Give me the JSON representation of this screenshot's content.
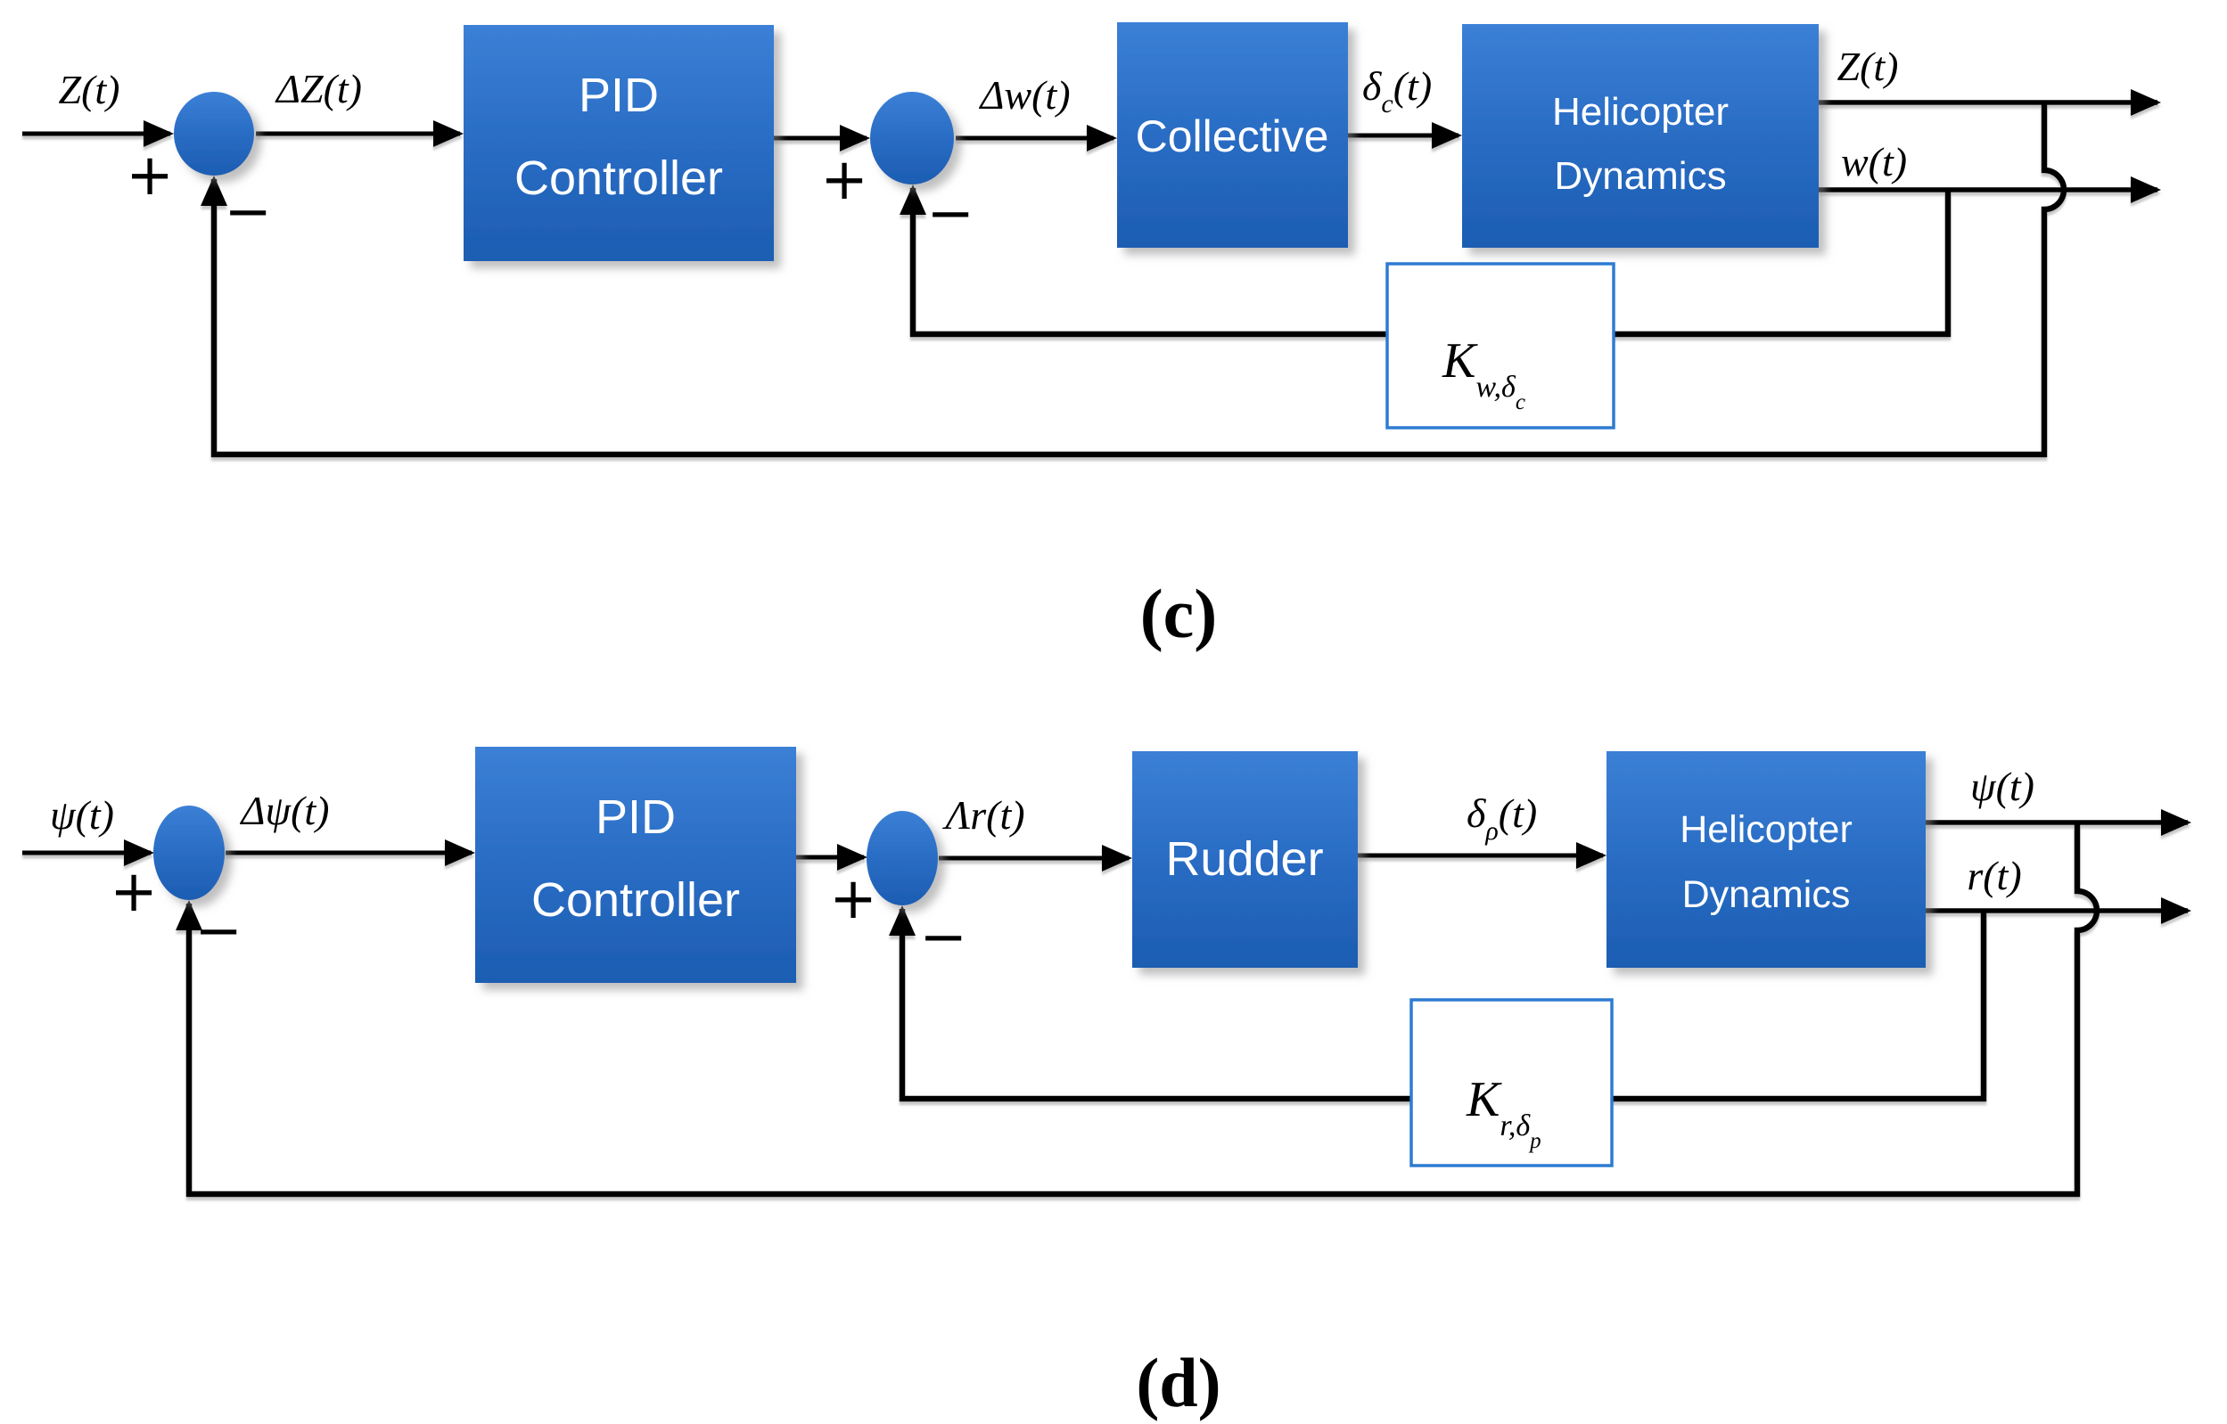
{
  "figure": {
    "type": "control-block-diagram",
    "panels": [
      "c",
      "d"
    ]
  },
  "colors": {
    "block_top": "#3B80D6",
    "block_mid": "#2B6EC6",
    "block_bottom": "#1C5DB2",
    "kbox_border": "#2E7BD2",
    "wire": "#000000",
    "block_text": "#FFFFFF"
  },
  "diagram_c": {
    "caption": "(c)",
    "input_label": "Z(t)",
    "error_label": "ΔZ(t)",
    "signs": {
      "plus": "+",
      "minus": "−"
    },
    "controller": {
      "line1": "PID",
      "line2": "Controller"
    },
    "control_signal": "Δw(t)",
    "actuator": "Collective",
    "actuator_output": {
      "base": "δ",
      "sub": "c",
      "rest": "(t)"
    },
    "plant": {
      "line1": "Helicopter",
      "line2": "Dynamics"
    },
    "output1": "Z(t)",
    "output2": "w(t)",
    "gain": {
      "base": "K",
      "sub": "w,δ",
      "subsub": "c"
    }
  },
  "diagram_d": {
    "caption": "(d)",
    "input_label": "ψ(t)",
    "error_label": "Δψ(t)",
    "signs": {
      "plus": "+",
      "minus": "−"
    },
    "controller": {
      "line1": "PID",
      "line2": "Controller"
    },
    "control_signal": "Λr(t)",
    "actuator": "Rudder",
    "actuator_output": {
      "base": "δ",
      "sub": "ρ",
      "rest": "(t)"
    },
    "plant": {
      "line1": "Helicopter",
      "line2": "Dynamics"
    },
    "output1": "ψ(t)",
    "output2": "r(t)",
    "gain": {
      "base": "K",
      "sub": "r,δ",
      "subsub": "p"
    }
  }
}
